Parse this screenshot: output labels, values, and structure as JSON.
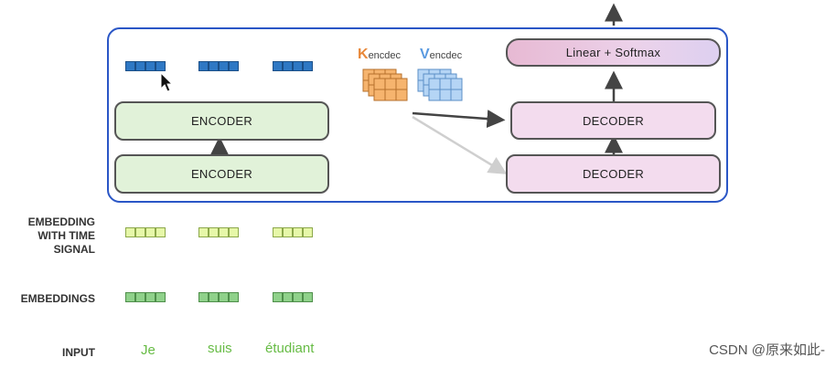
{
  "diagram": {
    "encoder_label": "ENCODER",
    "decoder_label": "DECODER",
    "linear_softmax_label": "Linear + Softmax",
    "k_letter": "K",
    "k_subscript": "encdec",
    "v_letter": "V",
    "v_subscript": "encdec"
  },
  "rows": {
    "embedding_time_signal": [
      "EMBEDDING",
      "WITH TIME",
      "SIGNAL"
    ],
    "embeddings": "EMBEDDINGS",
    "input": "INPUT"
  },
  "inputs": [
    "Je",
    "suis",
    "étudiant"
  ],
  "watermark": "CSDN @原来如此-",
  "colors": {
    "frame": "#2a56c6",
    "encoder_fill": "#e1f2d9",
    "decoder_fill": "#f3dcee",
    "k_orange": "#f2a05a",
    "v_blue": "#9cc6f0",
    "input_green": "#66bb44"
  }
}
